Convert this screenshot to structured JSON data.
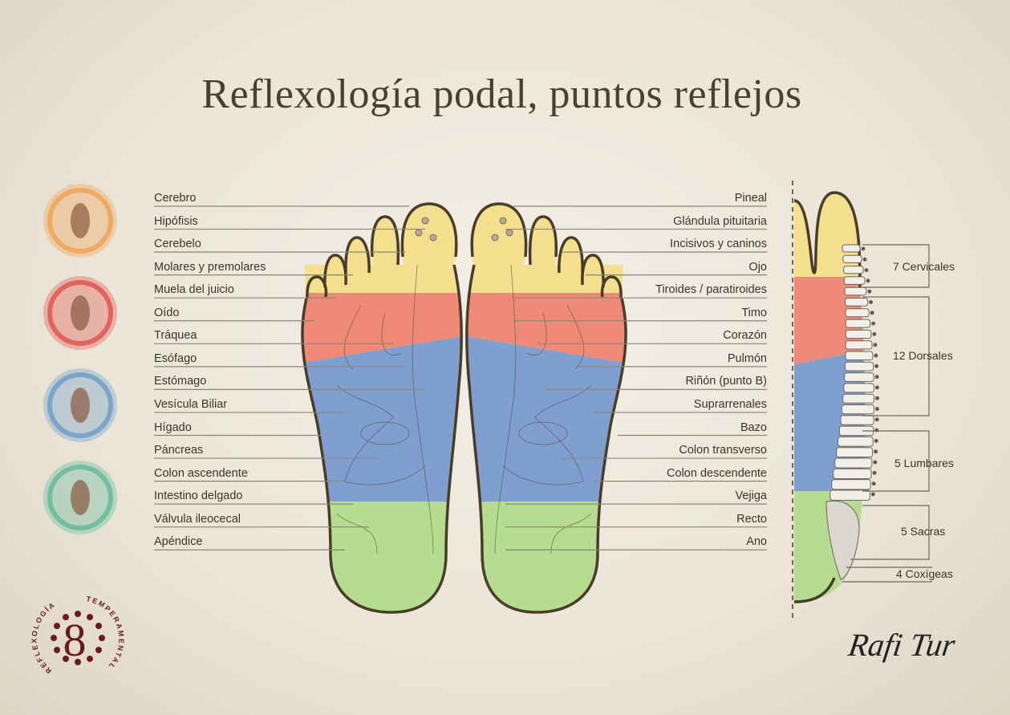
{
  "title": "Reflexología podal, puntos reflejos",
  "left_labels": [
    "Cerebro",
    "Hipófisis",
    "Cerebelo",
    "Molares y premolares",
    "Muela del juicio",
    "Oído",
    "Tráquea",
    "Esófago",
    "Estómago",
    "Vesícula Biliar",
    "Hígado",
    "Páncreas",
    "Colon ascendente",
    "Intestino delgado",
    "Válvula ileocecal",
    "Apéndice"
  ],
  "right_labels": [
    "Pineal",
    "Glándula pituitaria",
    "Incisivos y caninos",
    "Ojo",
    "Tiroides / paratiroides",
    "Timo",
    "Corazón",
    "Pulmón",
    "Riñón (punto B)",
    "Suprarrenales",
    "Bazo",
    "Colon transverso",
    "Colon descendente",
    "Vejiga",
    "Recto",
    "Ano"
  ],
  "spine_labels": [
    "7 Cervicales",
    "12 Dorsales",
    "5 Lumbares",
    "5 Sacras",
    "4 Coxígeas"
  ],
  "logo": {
    "left_text": "REFLEXOLOGÍA",
    "right_text": "TEMPERAMENTAL",
    "color": "#6b1a1a"
  },
  "signature": "Rafi Tur",
  "zone_colors": {
    "head": "#f3df8e",
    "chest": "#f08a78",
    "abdomen": "#7e9fd0",
    "pelvis": "#b5dc8f",
    "outline": "#4a3d28"
  },
  "emblems": [
    {
      "name": "fire-air-emblem",
      "color": "#f0a050"
    },
    {
      "name": "fire-emblem",
      "color": "#e0504a"
    },
    {
      "name": "water-emblem",
      "color": "#6a9ac8"
    },
    {
      "name": "earth-emblem",
      "color": "#5fb89a"
    }
  ]
}
